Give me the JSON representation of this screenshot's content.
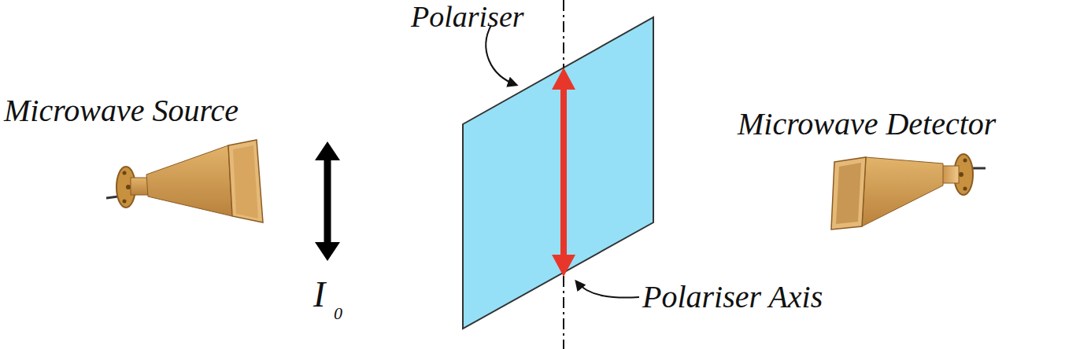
{
  "diagram": {
    "labels": [
      "Polariser",
      "Microwave Source",
      "Microwave Detector",
      "I",
      "0",
      "Polariser Axis"
    ]
  }
}
